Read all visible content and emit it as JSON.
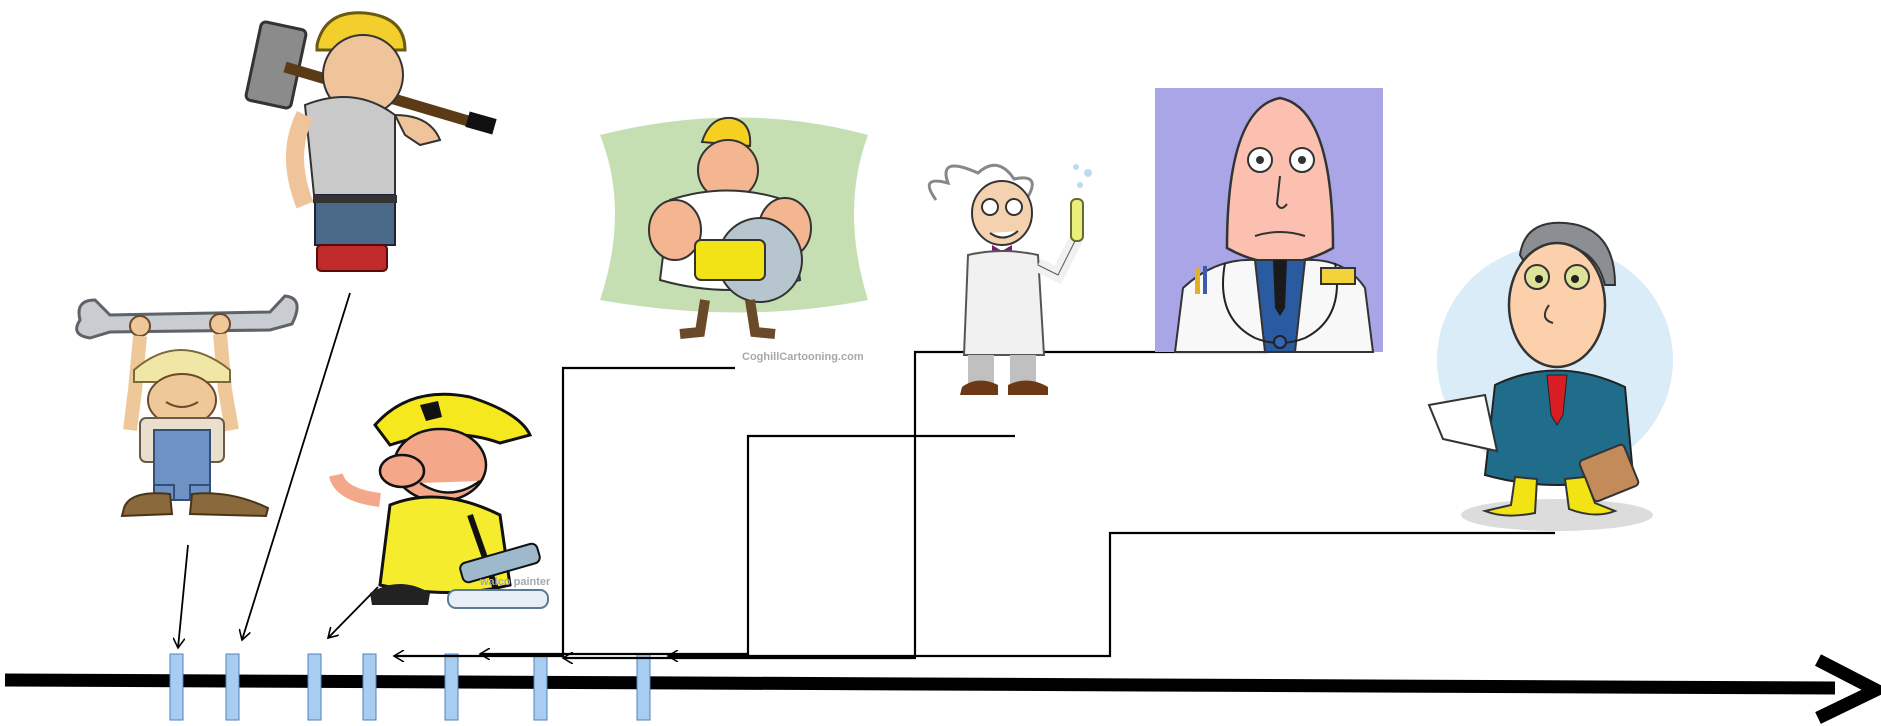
{
  "figures": [
    {
      "id": "mechanic",
      "label": "",
      "icon": "wrench-worker-icon"
    },
    {
      "id": "laborer",
      "label": "",
      "icon": "sledgehammer-worker-icon"
    },
    {
      "id": "painter",
      "label": "",
      "icon": "painter-icon",
      "watermark": "walco painter"
    },
    {
      "id": "saw-worker",
      "label": "",
      "icon": "saw-worker-icon",
      "watermark": "CoghillCartooning.com"
    },
    {
      "id": "scientist",
      "label": "",
      "icon": "scientist-icon"
    },
    {
      "id": "doctor",
      "label": "",
      "icon": "doctor-icon"
    },
    {
      "id": "businessman",
      "label": "",
      "icon": "businessman-icon"
    }
  ],
  "timeline": {
    "marker_count": 7,
    "colors": {
      "axis": "#000000",
      "marker_fill": "#a9cdf0",
      "marker_stroke": "#4f81bd"
    }
  }
}
